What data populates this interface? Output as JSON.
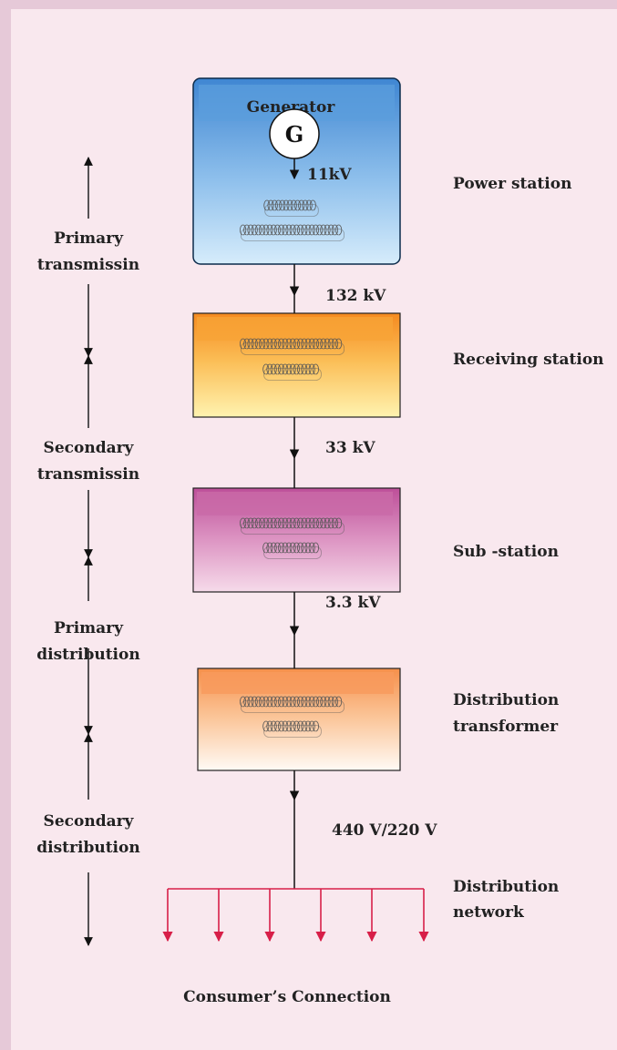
{
  "generator": {
    "label": "Generator",
    "symbol": "G"
  },
  "voltages": {
    "generation": "11kV",
    "primary_transmission": "132 kV",
    "secondary_transmission": "33 kV",
    "primary_distribution": "3.3 kV",
    "secondary_distribution": "440 V/220 V"
  },
  "stages": {
    "power_station": "Power station",
    "receiving_station": "Receiving station",
    "sub_station": "Sub -station",
    "distribution_transformer_line1": "Distribution",
    "distribution_transformer_line2": "transformer",
    "distribution_network_line1": "Distribution",
    "distribution_network_line2": "network"
  },
  "sections": {
    "primary_transmission_line1": "Primary",
    "primary_transmission_line2": "transmissin",
    "secondary_transmission_line1": "Secondary",
    "secondary_transmission_line2": "transmissin",
    "primary_distribution_line1": "Primary",
    "primary_distribution_line2": "distribution",
    "secondary_distribution_line1": "Secondary",
    "secondary_distribution_line2": "distribution"
  },
  "footer": "Consumer’s Connection",
  "colors": {
    "page_border": "#e6c9d8",
    "panel_background": "#f9e8ee",
    "power_station": "#4a8fd6",
    "receiving_station": "#f7941d",
    "sub_station": "#c668a8",
    "distribution_transformer": "#f7a868",
    "consumer_lines": "#d71f48"
  }
}
